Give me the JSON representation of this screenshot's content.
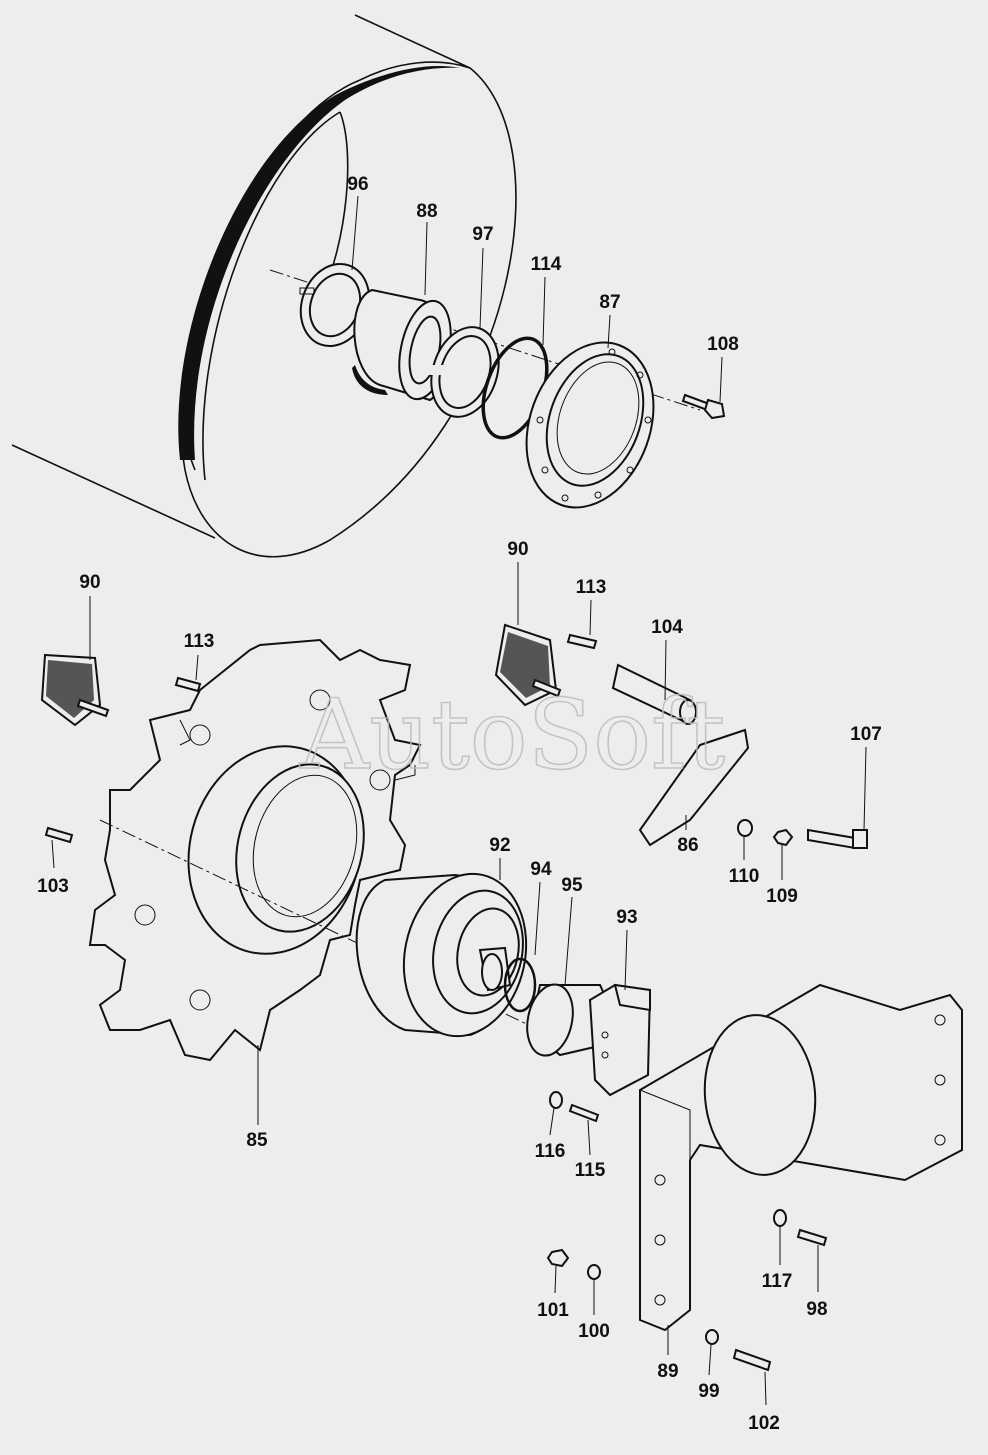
{
  "watermark": "AutoSoft",
  "labels": [
    {
      "id": "96",
      "text": "96"
    },
    {
      "id": "88",
      "text": "88"
    },
    {
      "id": "97",
      "text": "97"
    },
    {
      "id": "114",
      "text": "114"
    },
    {
      "id": "87",
      "text": "87"
    },
    {
      "id": "108",
      "text": "108"
    },
    {
      "id": "90a",
      "text": "90"
    },
    {
      "id": "113a",
      "text": "113"
    },
    {
      "id": "90b",
      "text": "90"
    },
    {
      "id": "113b",
      "text": "113"
    },
    {
      "id": "104",
      "text": "104"
    },
    {
      "id": "107",
      "text": "107"
    },
    {
      "id": "86",
      "text": "86"
    },
    {
      "id": "110",
      "text": "110"
    },
    {
      "id": "109",
      "text": "109"
    },
    {
      "id": "103",
      "text": "103"
    },
    {
      "id": "92",
      "text": "92"
    },
    {
      "id": "94",
      "text": "94"
    },
    {
      "id": "95",
      "text": "95"
    },
    {
      "id": "93",
      "text": "93"
    },
    {
      "id": "85",
      "text": "85"
    },
    {
      "id": "116",
      "text": "116"
    },
    {
      "id": "115",
      "text": "115"
    },
    {
      "id": "117",
      "text": "117"
    },
    {
      "id": "98",
      "text": "98"
    },
    {
      "id": "101",
      "text": "101"
    },
    {
      "id": "100",
      "text": "100"
    },
    {
      "id": "89",
      "text": "89"
    },
    {
      "id": "99",
      "text": "99"
    },
    {
      "id": "102",
      "text": "102"
    }
  ]
}
